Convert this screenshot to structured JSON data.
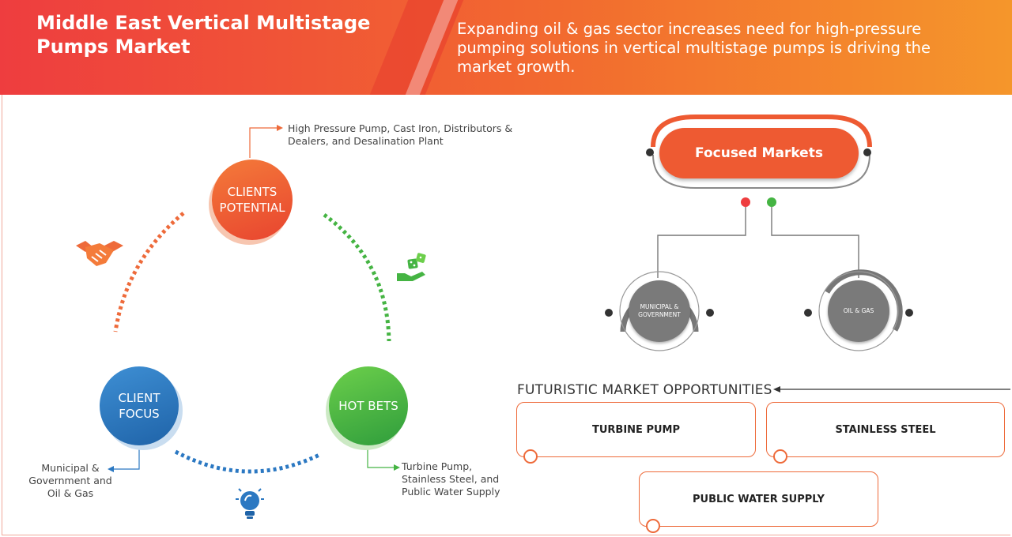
{
  "header": {
    "title": "Middle East Vertical Multistage Pumps Market",
    "tagline": "Expanding oil & gas sector increases need for high-pressure pumping solutions in vertical multistage pumps is driving the market growth."
  },
  "cycle": {
    "clients_potential": {
      "label": "CLIENTS POTENTIAL",
      "note": "High Pressure Pump, Cast Iron, Distributors & Dealers, and Desalination Plant",
      "color": "#ee5a32"
    },
    "client_focus": {
      "label": "CLIENT FOCUS",
      "note": "Municipal & Government and Oil & Gas",
      "color": "#2b78c2"
    },
    "hot_bets": {
      "label": "HOT BETS",
      "note": "Turbine Pump, Stainless Steel, and Public Water Supply",
      "color": "#45b443"
    },
    "icons": [
      "handshake-icon",
      "dice-in-hand-icon",
      "lightbulb-icon"
    ]
  },
  "focused_markets": {
    "label": "Focused Markets",
    "segments": [
      "MUNICIPAL & GOVERNMENT",
      "OIL & GAS"
    ]
  },
  "opportunities": {
    "title": "FUTURISTIC MARKET OPPORTUNITIES",
    "items": [
      "TURBINE PUMP",
      "STAINLESS STEEL",
      "PUBLIC WATER SUPPLY"
    ]
  },
  "colors": {
    "accent_orange": "#ee5a32",
    "accent_blue": "#2b78c2",
    "accent_green": "#45b443",
    "neutral_gray": "#7a7a7a"
  }
}
